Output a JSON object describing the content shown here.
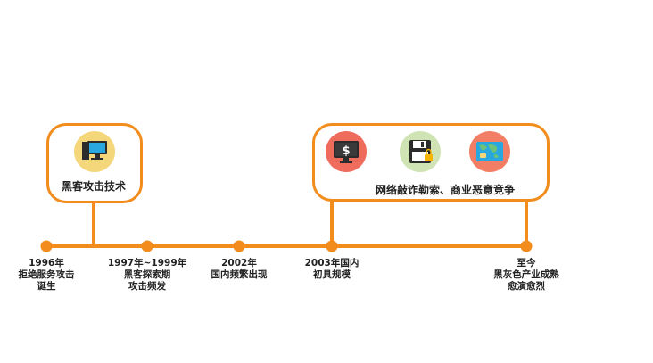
{
  "box_left": {
    "title": "黑客攻击技术",
    "icon": "computer-icon"
  },
  "box_right": {
    "title": "网络敲诈勒索、商业恶意竞争",
    "icons": [
      "dollar-monitor-icon",
      "floppy-disk-lock-icon",
      "world-map-card-icon"
    ]
  },
  "milestones": [
    {
      "lines": [
        "1996年",
        "拒绝服务攻击",
        "诞生"
      ]
    },
    {
      "lines": [
        "1997年~1999年",
        "黑客探索期",
        "攻击频发"
      ]
    },
    {
      "lines": [
        "2002年",
        "国内频繁出现"
      ]
    },
    {
      "lines": [
        "2003年国内",
        "初具规模"
      ]
    },
    {
      "lines": [
        "至今",
        "黑灰色产业成熟",
        "愈演愈烈"
      ]
    }
  ],
  "colors": {
    "accent": "#f28c1c",
    "icon_yellow": "#f4d77a",
    "icon_red": "#ef6b5c",
    "icon_green": "#cfe3b5",
    "icon_coral": "#f27e65"
  }
}
